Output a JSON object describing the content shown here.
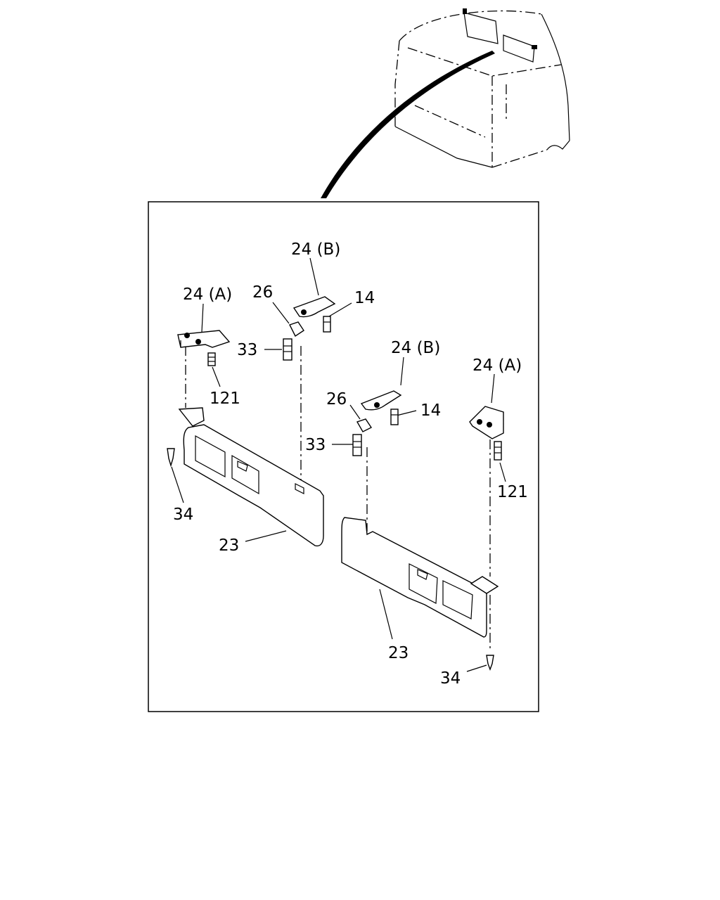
{
  "diagram": {
    "callouts": [
      {
        "id": "c-24b-upper",
        "text": "24 (B)"
      },
      {
        "id": "c-24a-left",
        "text": "24 (A)"
      },
      {
        "id": "c-26-upper",
        "text": "26"
      },
      {
        "id": "c-14-upper",
        "text": "14"
      },
      {
        "id": "c-33-upper",
        "text": "33"
      },
      {
        "id": "c-121-left",
        "text": "121"
      },
      {
        "id": "c-24b-lower",
        "text": "24 (B)"
      },
      {
        "id": "c-24a-right",
        "text": "24 (A)"
      },
      {
        "id": "c-26-lower",
        "text": "26"
      },
      {
        "id": "c-14-lower",
        "text": "14"
      },
      {
        "id": "c-33-lower",
        "text": "33"
      },
      {
        "id": "c-121-right",
        "text": "121"
      },
      {
        "id": "c-34-left",
        "text": "34"
      },
      {
        "id": "c-23-left",
        "text": "23"
      },
      {
        "id": "c-23-right",
        "text": "23"
      },
      {
        "id": "c-34-right",
        "text": "34"
      }
    ]
  }
}
